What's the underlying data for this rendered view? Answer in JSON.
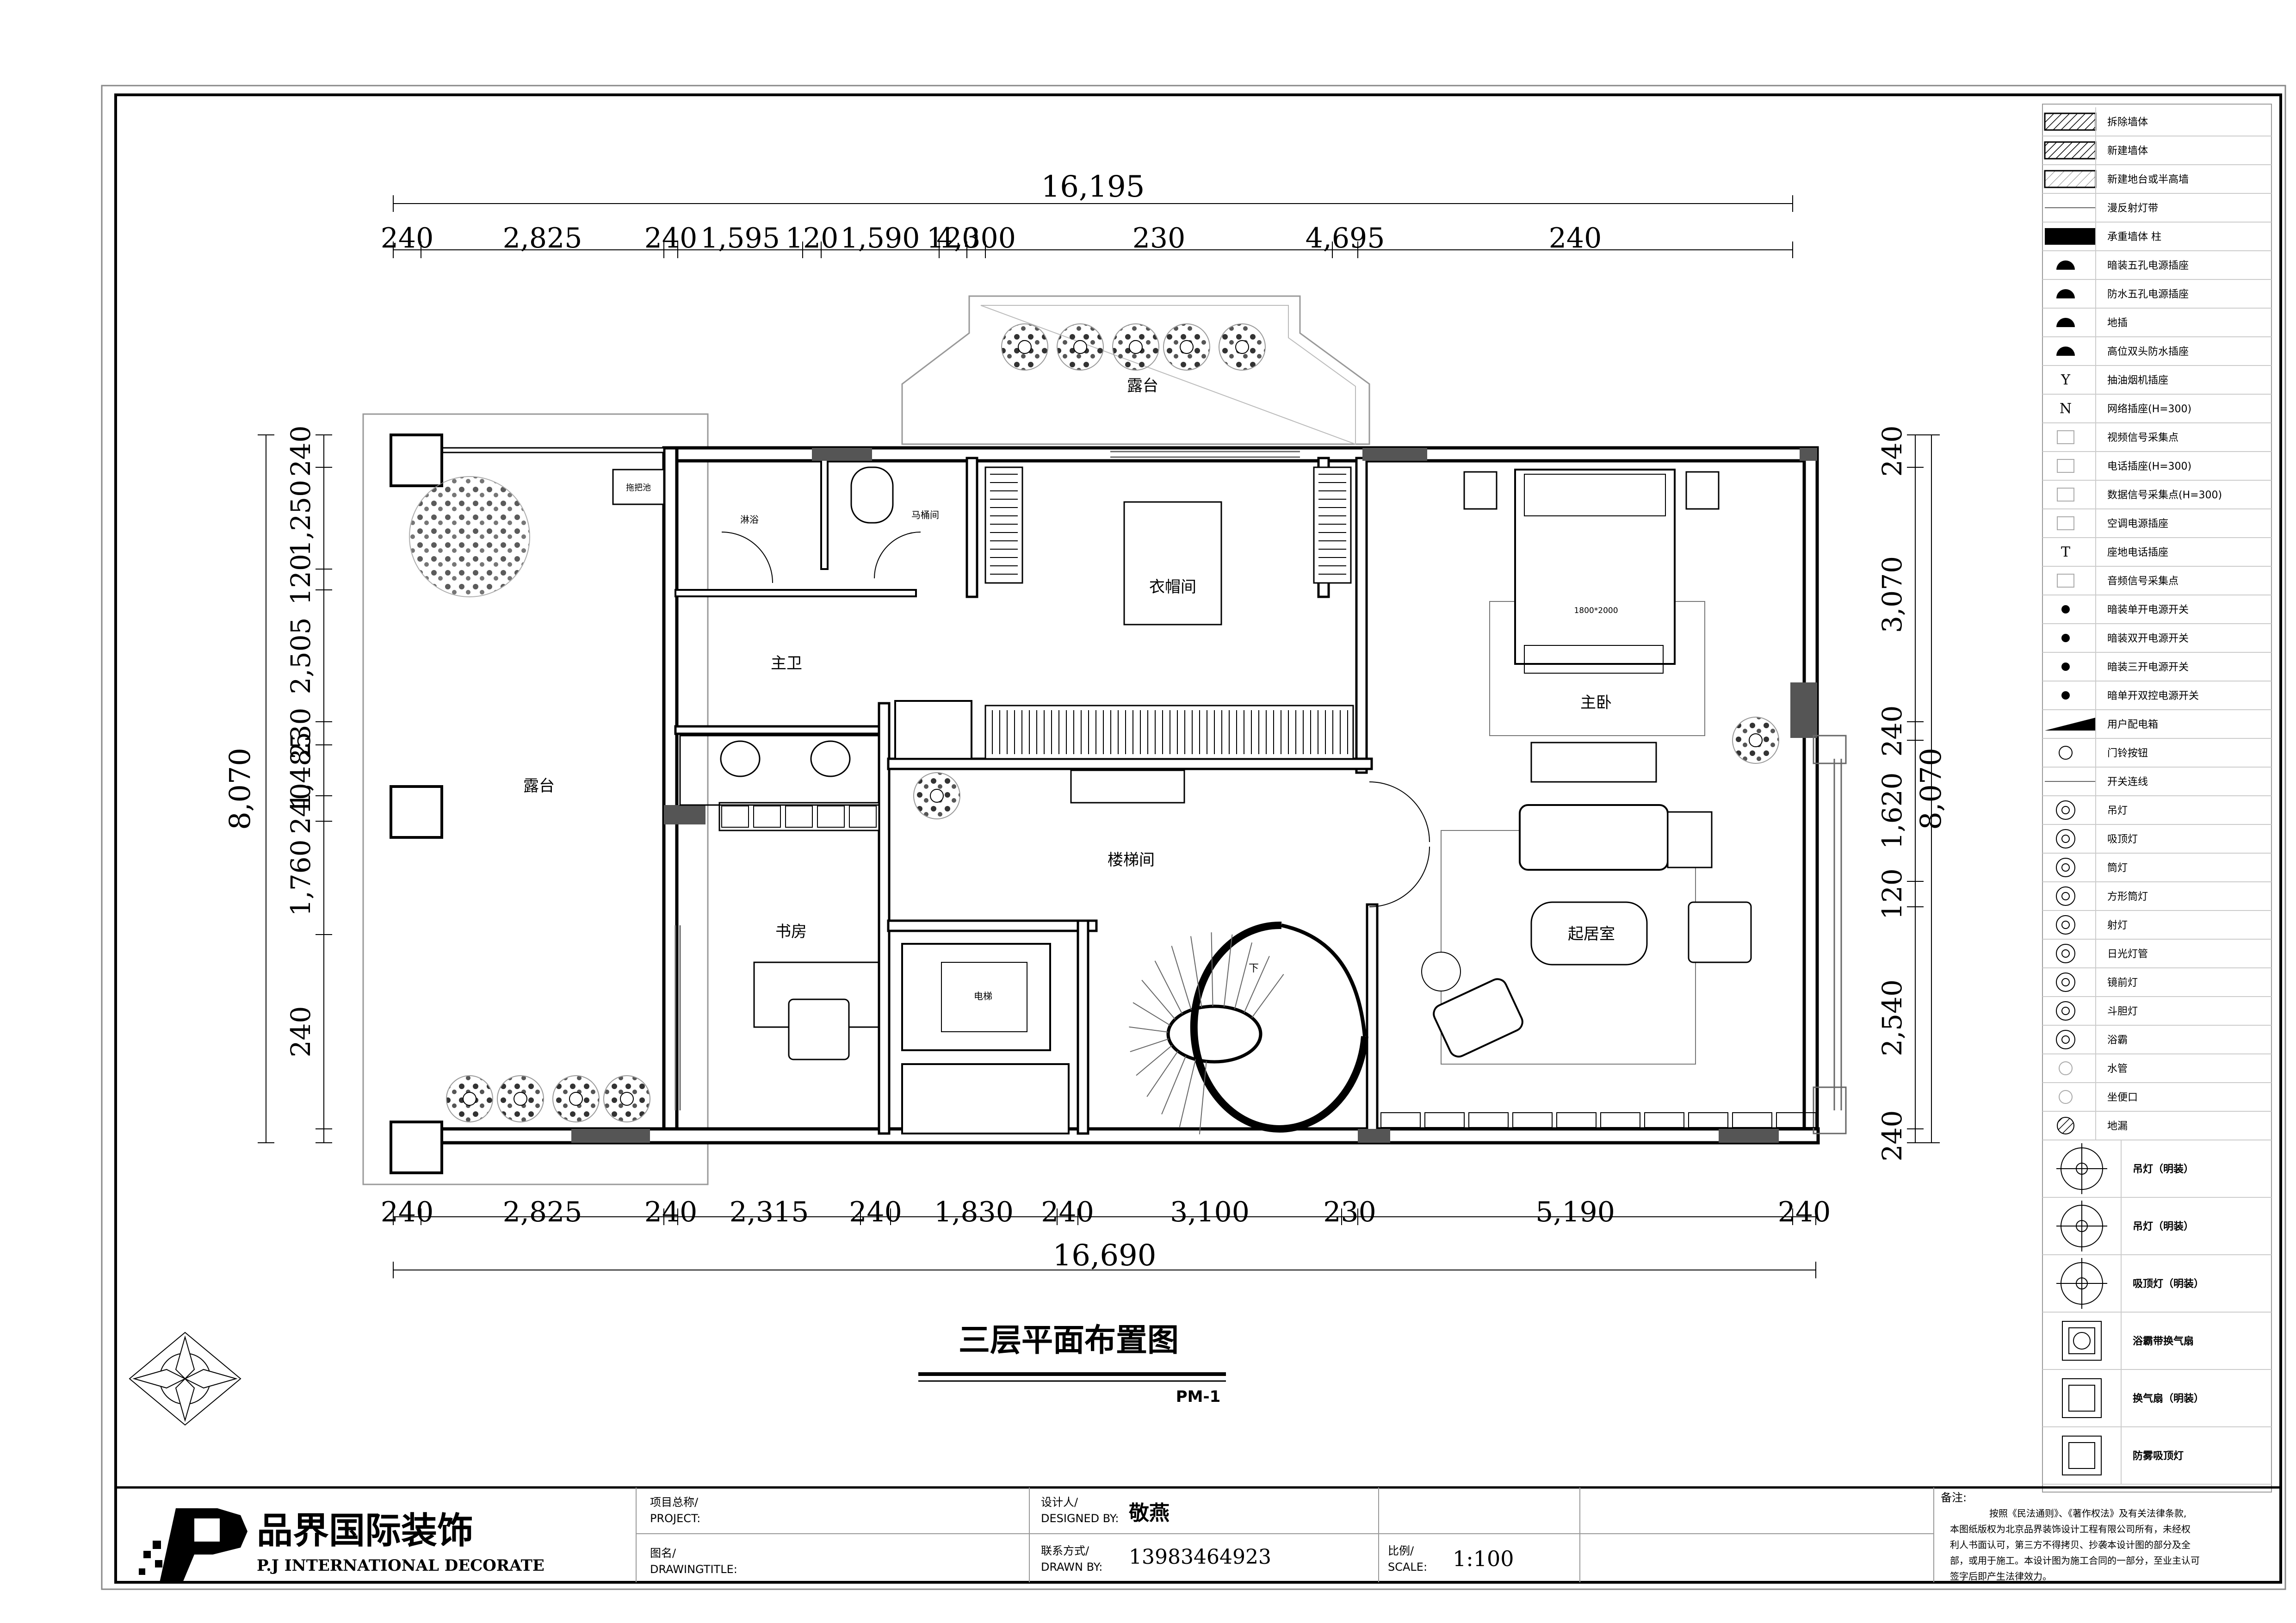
{
  "plan": {
    "title": "三层平面布置图",
    "code": "PM-1",
    "dims_top": {
      "total": "16,195",
      "segments": [
        "240",
        "2,825",
        "240",
        "1,595",
        "120",
        "1,590",
        "120",
        "4,300",
        "230",
        "4,695",
        "240"
      ]
    },
    "dims_bottom": {
      "total": "16,690",
      "segments": [
        "240",
        "2,825",
        "240",
        "2,315",
        "240",
        "1,830",
        "240",
        "3,100",
        "230",
        "5,190",
        "240"
      ]
    },
    "dims_left": {
      "total": "8,070",
      "segments": [
        "240",
        "1,250",
        "120",
        "2,505",
        "230",
        "1,485",
        "240",
        "1,760",
        "240"
      ]
    },
    "dims_right": {
      "total": "8,070",
      "segments": [
        "240",
        "3,070",
        "240",
        "1,620",
        "120",
        "2,540",
        "240"
      ]
    },
    "rooms": {
      "terrace_top": "露台",
      "terrace_left": "露台",
      "mop_sink": "拖把池",
      "shower": "淋浴",
      "toilet": "马桶间",
      "wardrobe": "衣帽间",
      "master_bath": "主卫",
      "master_bedroom": "主卧",
      "bed_size": "1800*2000",
      "stairwell": "楼梯间",
      "stairs_down": "下",
      "study": "书房",
      "elevator": "电梯",
      "living": "起居室"
    }
  },
  "legend": {
    "items": [
      {
        "symbol": "hatch",
        "label": "拆除墙体"
      },
      {
        "symbol": "hatch",
        "label": "新建墙体"
      },
      {
        "symbol": "hatch-light",
        "label": "新建地台或半高墙"
      },
      {
        "symbol": "line",
        "label": "漫反射灯带"
      },
      {
        "symbol": "solid",
        "label": "承重墙体 柱"
      },
      {
        "symbol": "half-circle",
        "label": "暗装五孔电源插座"
      },
      {
        "symbol": "half-circle",
        "label": "防水五孔电源插座"
      },
      {
        "symbol": "half-circle",
        "label": "地插"
      },
      {
        "symbol": "half-circle",
        "label": "高位双头防水插座"
      },
      {
        "symbol": "Y",
        "label": "抽油烟机插座"
      },
      {
        "symbol": "N",
        "label": "网络插座(H=300)"
      },
      {
        "symbol": "socket",
        "label": "视频信号采集点"
      },
      {
        "symbol": "socket",
        "label": "电话插座(H=300)"
      },
      {
        "symbol": "socket",
        "label": "数据信号采集点(H=300)"
      },
      {
        "symbol": "socket",
        "label": "空调电源插座"
      },
      {
        "symbol": "T",
        "label": "座地电话插座"
      },
      {
        "symbol": "socket",
        "label": "音频信号采集点"
      },
      {
        "symbol": "dot",
        "label": "暗装单开电源开关"
      },
      {
        "symbol": "dot",
        "label": "暗装双开电源开关"
      },
      {
        "symbol": "dot",
        "label": "暗装三开电源开关"
      },
      {
        "symbol": "dot",
        "label": "暗单开双控电源开关"
      },
      {
        "symbol": "wedge",
        "label": "用户配电箱"
      },
      {
        "symbol": "circle",
        "label": "门铃按钮"
      },
      {
        "symbol": "line",
        "label": "开关连线"
      },
      {
        "symbol": "pendant",
        "label": "吊灯"
      },
      {
        "symbol": "ceiling",
        "label": "吸顶灯"
      },
      {
        "symbol": "downlight",
        "label": "筒灯"
      },
      {
        "symbol": "square-lamp",
        "label": "方形筒灯"
      },
      {
        "symbol": "spot",
        "label": "射灯"
      },
      {
        "symbol": "fluor",
        "label": "日光灯管"
      },
      {
        "symbol": "mirror",
        "label": "镜前灯"
      },
      {
        "symbol": "grille",
        "label": "斗胆灯"
      },
      {
        "symbol": "heater",
        "label": "浴霸"
      },
      {
        "symbol": "small-circle",
        "label": "水管"
      },
      {
        "symbol": "small-circle",
        "label": "坐便口"
      },
      {
        "symbol": "drain",
        "label": "地漏"
      }
    ],
    "large_items": [
      {
        "symbol": "pendant-a",
        "label": "吊灯（明装）"
      },
      {
        "symbol": "pendant-b",
        "label": "吊灯（明装）"
      },
      {
        "symbol": "ceiling-a",
        "label": "吸顶灯（明装）"
      },
      {
        "symbol": "heater-fan",
        "label": "浴霸带换气扇"
      },
      {
        "symbol": "fan",
        "label": "换气扇（明装）"
      },
      {
        "symbol": "fog",
        "label": "防雾吸顶灯"
      }
    ]
  },
  "titleblock": {
    "company_cn": "品界国际装饰",
    "company_en": "P.J INTERNATIONAL DECORATE",
    "project_label_cn": "项目总称/",
    "project_label_en": "PROJECT:",
    "drawing_label_cn": "图名/",
    "drawing_label_en": "DRAWINGTITLE:",
    "designer_label_cn": "设计人/",
    "designer_label_en": "DESIGNED BY:",
    "designer": "敬燕",
    "contact_label_cn": "联系方式/",
    "contact_label_en": "DRAWN BY:",
    "contact": "13983464923",
    "scale_label_cn": "比例/",
    "scale_label_en": "SCALE:",
    "scale": "1:100",
    "notes_label": "备注:",
    "notes": [
      "按照《民法通则》、《著作权法》及有关法律条款,",
      "本图纸版权为北京品界装饰设计工程有限公司所有，未经权",
      "利人书面认可，第三方不得拷贝、抄袭本设计图的部分及全",
      "部，或用于施工。本设计图为施工合同的一部分，至业主认可",
      "签字后即产生法律效力。"
    ]
  }
}
